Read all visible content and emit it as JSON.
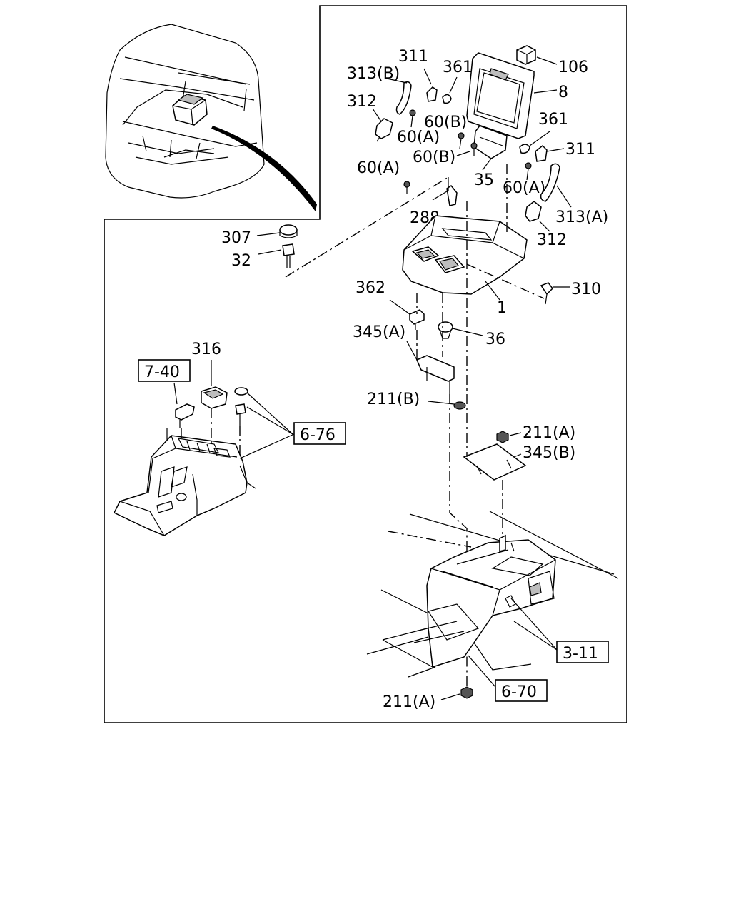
{
  "callouts": {
    "c106": "106",
    "c8": "8",
    "c361_top": "361",
    "c311_top": "311",
    "c313b": "313(B)",
    "c312_top": "312",
    "c60b_1": "60(B)",
    "c60a_1": "60(A)",
    "c60b_2": "60(B)",
    "c361_right": "361",
    "c311_right": "311",
    "c60a_2": "60(A)",
    "c35": "35",
    "c60a_3": "60(A)",
    "c313a": "313(A)",
    "c288": "288",
    "c312_right": "312",
    "c307": "307",
    "c32": "32",
    "c310": "310",
    "c1": "1",
    "c362": "362",
    "c345a": "345(A)",
    "c36": "36",
    "c316": "316",
    "c211b": "211(B)",
    "c211a_1": "211(A)",
    "c345b": "345(B)",
    "c211a_2": "211(A)"
  },
  "references": {
    "r740": "7-40",
    "r676": "6-76",
    "r311": "3-11",
    "r670": "6-70"
  },
  "icons": [
    "cab-overview-inset",
    "overhead-console",
    "mounting-bracket",
    "screw-fastener",
    "nut-fastener",
    "clip-fastener",
    "grab-strap",
    "floor-console"
  ]
}
